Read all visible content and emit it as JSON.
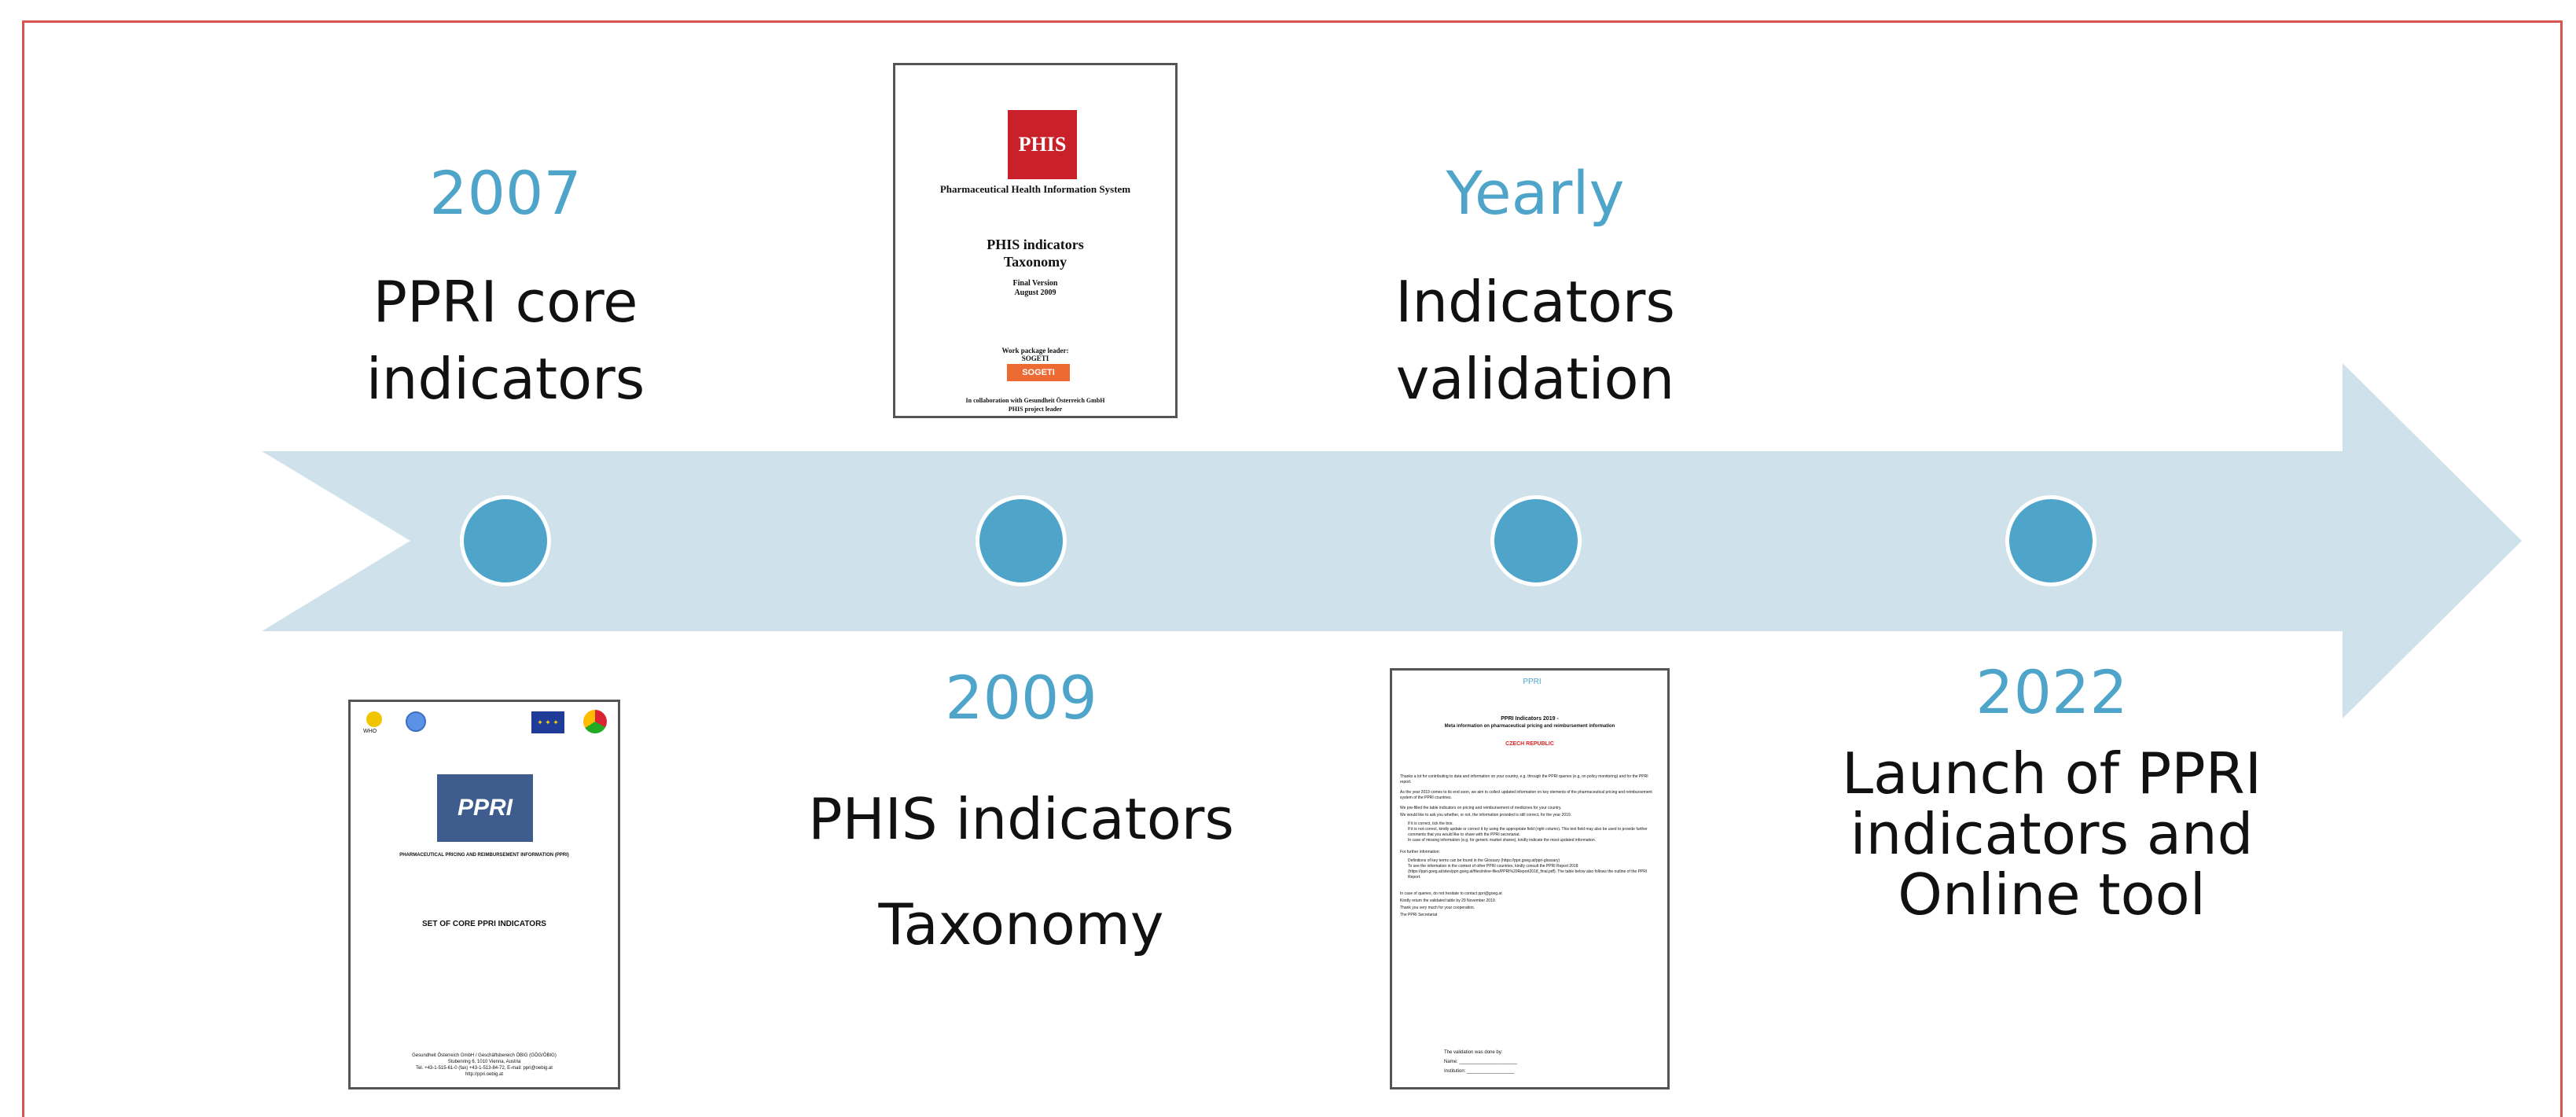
{
  "milestones": [
    {
      "year": "2007",
      "caption_lines": [
        "PPRI core",
        "indicators"
      ]
    },
    {
      "year": "2009",
      "caption_lines": [
        "PHIS indicators",
        "Taxonomy"
      ]
    },
    {
      "year": "Yearly",
      "caption_lines": [
        "Indicators",
        "validation"
      ]
    },
    {
      "year": "2022",
      "caption_lines": [
        "Launch of PPRI",
        "indicators and",
        "Online tool"
      ]
    }
  ],
  "docs": {
    "phis": {
      "logo": "PHIS",
      "org": "Pharmaceutical Health Information System",
      "title1": "PHIS indicators",
      "title2": "Taxonomy",
      "version1": "Final Version",
      "version2": "August 2009",
      "leader1": "Work package leader:",
      "leader2": "SOGETI",
      "brand": "SOGETI",
      "collab1": "In collaboration with Gesundheit Österreich GmbH",
      "collab2": "PHIS project leader"
    },
    "ppri": {
      "logo": "PPRI",
      "who": "WHO",
      "subtitle": "PHARMACEUTICAL PRICING AND REIMBURSEMENT INFORMATION (PPRI)",
      "title": "SET OF CORE PPRI INDICATORS",
      "footer1": "Gesundheit Österreich GmbH / Geschäftsbereich ÖBIG (GÖG/ÖBIG)",
      "footer2": "Stubenring 6, 1010 Vienna, Austria",
      "footer3": "Tel. +43-1-515-61-0 (fax) +43-1-513-84-72, E-mail: ppri@oebig.at",
      "footer4": "http://ppri.oebig.at"
    },
    "validation": {
      "logo": "PPRI",
      "title1": "PPRI Indicators 2019 -",
      "title2": "Meta information on pharmaceutical pricing and reimbursement information",
      "country": "CZECH REPUBLIC",
      "p1": "Thanks a lot for contributing to data and information on your country, e.g. through the PPRI queries (e.g. on policy monitoring) and for the PPRI report.",
      "p2": "As the year 2019 comes to its end soon, we aim to collect updated information on key elements of the pharmaceutical pricing and reimbursement system of the PPRI countries.",
      "p3": "We pre-filled the table indicators on pricing and reimbursement of medicines for your country.",
      "p4": "We would like to ask you whether, or not, the information provided is still correct, for the year 2019.",
      "b1": "If it is correct, tick the box.",
      "b2": "If it is not correct, kindly update or correct it by using the appropriate field (right column). This text field may also be used to provide further comments that you would like to share with the PPRI secretariat.",
      "b3": "In case of missing information (e.g. for generic market shares), kindly indicate the most updated information.",
      "p5": "For further information:",
      "b4": "Definitions of key terms can be found in the Glossary (https://ppri.goeg.at/ppri-glossary)",
      "b5": "To see the information in the context of other PPRI countries, kindly consult the PPRI Report 2018 (https://ppri.goeg.at/sites/ppri.goeg.at/files/inline-files/PPRI%20Report2018_final.pdf). The table below also follows the outline of the PPRI Report.",
      "p6": "In case of queries, do not hesitate to contact ppri@goeg.at",
      "p7": "Kindly return the validated table by 29 November 2019.",
      "p8": "Thank you very much for your cooperation.",
      "p9": "The PPRI Secretariat",
      "sig1": "The validation was done by:",
      "sig2": "Name: ______________________",
      "sig3": "Institution: __________________"
    }
  },
  "colors": {
    "arrow": "#cfe1ea",
    "accent": "#4ea5c9",
    "frame": "#d9534f"
  }
}
